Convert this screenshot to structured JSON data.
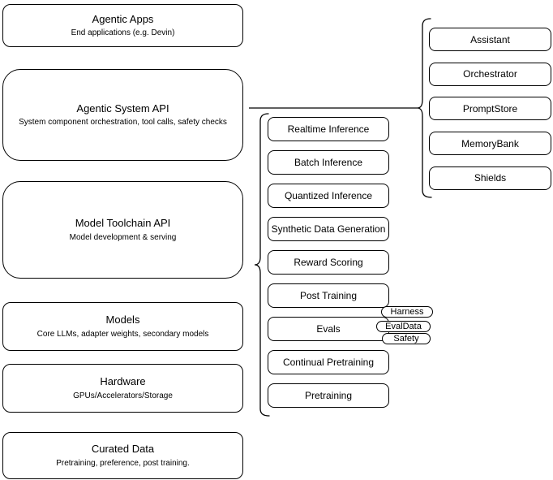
{
  "colors": {
    "stroke": "#000000",
    "fill": "#ffffff",
    "background": "#ffffff",
    "text": "#000000"
  },
  "stack": [
    {
      "title": "Agentic Apps",
      "subtitle": "End applications (e.g. Devin)"
    },
    {
      "title": "Agentic System API",
      "subtitle": "System component orchestration, tool calls, safety checks"
    },
    {
      "title": "Model Toolchain API",
      "subtitle": "Model development & serving"
    },
    {
      "title": "Models",
      "subtitle": "Core LLMs, adapter weights, secondary models"
    },
    {
      "title": "Hardware",
      "subtitle": "GPUs/Accelerators/Storage"
    },
    {
      "title": "Curated Data",
      "subtitle": "Pretraining, preference, post training."
    }
  ],
  "toolchain": {
    "items": [
      "Realtime Inference",
      "Batch Inference",
      "Quantized Inference",
      "Synthetic Data Generation",
      "Reward Scoring",
      "Post Training",
      "Evals",
      "Continual Pretraining",
      "Pretraining"
    ]
  },
  "evals_tags": [
    "Harness",
    "EvalData",
    "Safety"
  ],
  "system_components": [
    "Assistant",
    "Orchestrator",
    "PromptStore",
    "MemoryBank",
    "Shields"
  ]
}
